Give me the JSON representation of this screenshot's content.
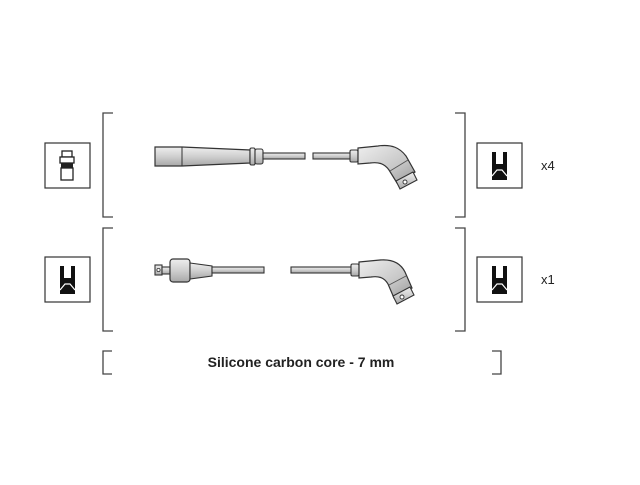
{
  "rows": [
    {
      "quantity": "x4",
      "left_terminal_icon": "plug-connector-icon",
      "right_terminal_icon": "boot-connector-icon",
      "left_end_icon": "straight-boot-icon",
      "right_end_icon": "angled-boot-icon"
    },
    {
      "quantity": "x1",
      "left_terminal_icon": "boot-connector-icon",
      "right_terminal_icon": "boot-connector-icon",
      "left_end_icon": "straight-boot-with-clip-icon",
      "right_end_icon": "angled-boot-icon"
    }
  ],
  "footer": {
    "caption": "Silicone carbon core - 7 mm"
  },
  "colors": {
    "line": "#333333",
    "part_fill": "#d4d4d4",
    "icon_fill": "#111111",
    "bracket": "#444444"
  }
}
